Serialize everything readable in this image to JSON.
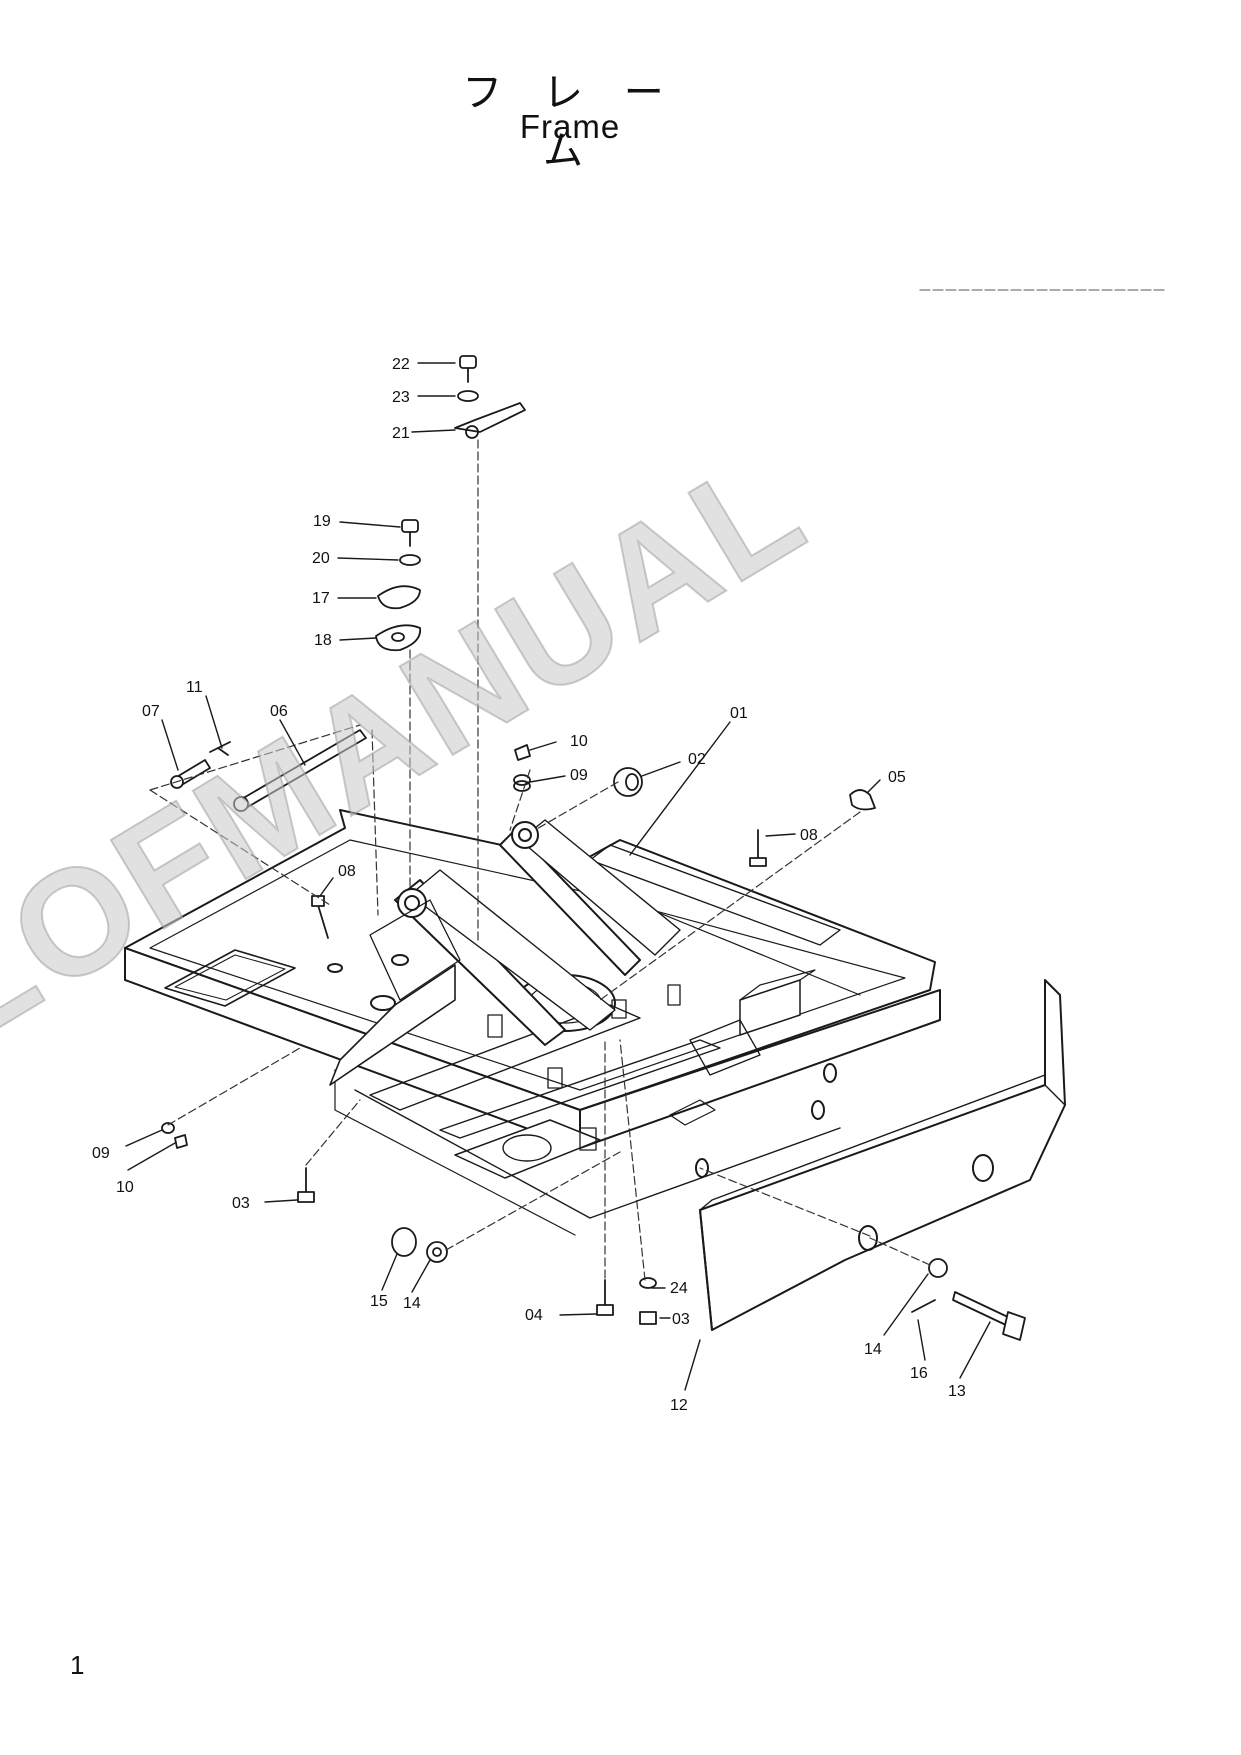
{
  "header": {
    "title_jp": "フ レ ー ム",
    "title_en": "Frame"
  },
  "footer": {
    "page_number": "1"
  },
  "watermark": {
    "text": "LOFMANUAL"
  },
  "callouts": [
    {
      "id": "c-22",
      "label": "22"
    },
    {
      "id": "c-23",
      "label": "23"
    },
    {
      "id": "c-21",
      "label": "21"
    },
    {
      "id": "c-19",
      "label": "19"
    },
    {
      "id": "c-20",
      "label": "20"
    },
    {
      "id": "c-17",
      "label": "17"
    },
    {
      "id": "c-18",
      "label": "18"
    },
    {
      "id": "c-11",
      "label": "11"
    },
    {
      "id": "c-07",
      "label": "07"
    },
    {
      "id": "c-06",
      "label": "06"
    },
    {
      "id": "c-01",
      "label": "01"
    },
    {
      "id": "c-10a",
      "label": "10"
    },
    {
      "id": "c-09a",
      "label": "09"
    },
    {
      "id": "c-02",
      "label": "02"
    },
    {
      "id": "c-05",
      "label": "05"
    },
    {
      "id": "c-08a",
      "label": "08"
    },
    {
      "id": "c-08b",
      "label": "08"
    },
    {
      "id": "c-09b",
      "label": "09"
    },
    {
      "id": "c-10b",
      "label": "10"
    },
    {
      "id": "c-03a",
      "label": "03"
    },
    {
      "id": "c-15",
      "label": "15"
    },
    {
      "id": "c-14a",
      "label": "14"
    },
    {
      "id": "c-24",
      "label": "24"
    },
    {
      "id": "c-04",
      "label": "04"
    },
    {
      "id": "c-03b",
      "label": "03"
    },
    {
      "id": "c-12",
      "label": "12"
    },
    {
      "id": "c-14b",
      "label": "14"
    },
    {
      "id": "c-16",
      "label": "16"
    },
    {
      "id": "c-13",
      "label": "13"
    }
  ]
}
